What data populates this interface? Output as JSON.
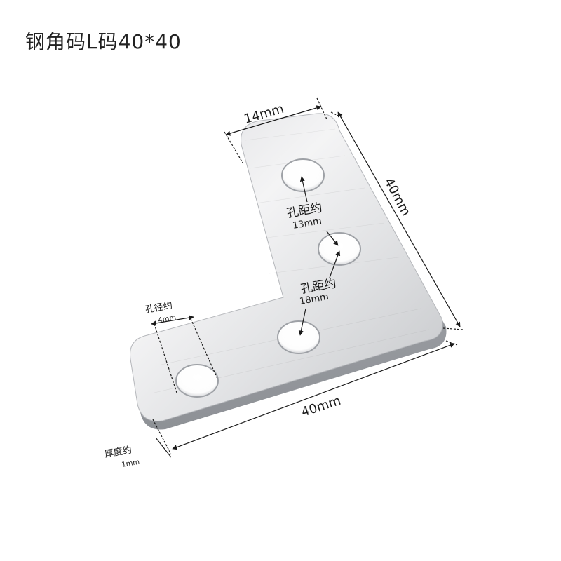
{
  "title": "钢角码L码40*40",
  "colors": {
    "background": "#ffffff",
    "steel_light": "#f2f2f2",
    "steel_dark": "#b9bbbe",
    "edge": "#9a9da2",
    "dimension_line": "#1a1a1a"
  },
  "labels": {
    "width_top": "14mm",
    "height_right": "40mm",
    "width_bottom": "40mm",
    "hole_spacing_1_title": "孔距约",
    "hole_spacing_1_value": "13mm",
    "hole_spacing_2_title": "孔距约",
    "hole_spacing_2_value": "18mm",
    "hole_diameter_title": "孔径约",
    "hole_diameter_value": "4mm",
    "thickness_title": "厚度约",
    "thickness_value": "1mm"
  }
}
